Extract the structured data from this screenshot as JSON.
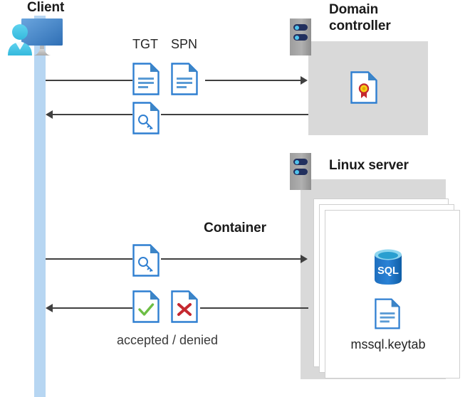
{
  "diagram": {
    "title_client": "Client",
    "title_domain_controller": "Domain\ncontroller",
    "title_domain_controller_line1": "Domain",
    "title_domain_controller_line2": "controller",
    "title_linux_server": "Linux server",
    "title_container": "Container"
  },
  "labels": {
    "tgt": "TGT",
    "spn": "SPN",
    "keytab_file": "mssql.keytab",
    "accepted_denied": "accepted / denied"
  },
  "icons": {
    "client": "client-workstation-icon",
    "server_rack_dc": "server-rack-icon",
    "server_rack_linux": "server-rack-icon",
    "tgt_document": "document-icon",
    "spn_document": "document-icon",
    "ticket_key_request": "key-document-icon",
    "ticket_key_presented": "key-document-icon",
    "accepted_document": "check-document-icon",
    "denied_document": "x-document-icon",
    "certificate": "certificate-document-icon",
    "sql_database": "sql-database-icon",
    "keytab_document": "document-icon"
  },
  "flows": [
    {
      "name": "client-to-dc-request",
      "direction": "right",
      "from": "Client",
      "to": "Domain controller"
    },
    {
      "name": "dc-to-client-ticket",
      "direction": "left",
      "from": "Domain controller",
      "to": "Client"
    },
    {
      "name": "client-to-linux-request",
      "direction": "right",
      "from": "Client",
      "to": "Linux server"
    },
    {
      "name": "linux-to-client-response",
      "direction": "left",
      "from": "Linux server",
      "to": "Client"
    }
  ],
  "colors": {
    "lane_blue": "#b7d6f2",
    "panel_grey": "#d9d9d9",
    "doc_blue": "#2f7fd1",
    "doc_fold_blue": "#3d85c6",
    "arrow_grey": "#404040",
    "accent_green": "#6dbe45",
    "accent_red": "#c5282f",
    "cert_gold": "#f7d117",
    "sql_blue": "#0f6cbd",
    "rack_navy": "#22305e",
    "rack_cyan": "#4fc3ec",
    "text_dark": "#1a1a1a"
  }
}
